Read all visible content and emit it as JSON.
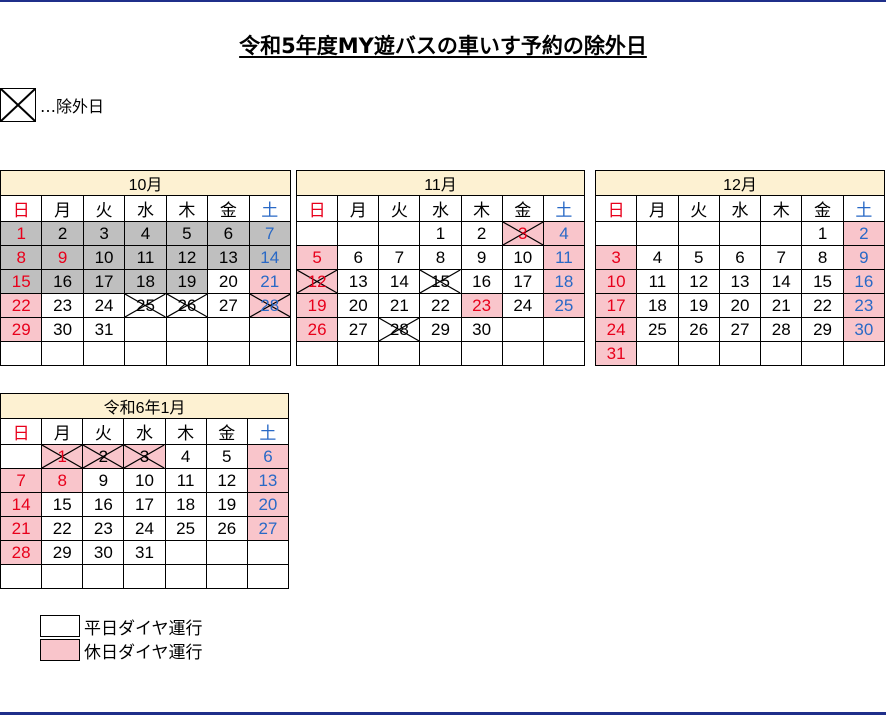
{
  "title": "令和5年度MY遊バスの車いす予約の除外日",
  "exclusion_legend": {
    "label": "…除外日"
  },
  "weekdays": [
    "日",
    "月",
    "火",
    "水",
    "木",
    "金",
    "土"
  ],
  "calendars": [
    {
      "name": "10月",
      "weeks": [
        [
          {
            "d": "1",
            "c": "red",
            "bg": "gray"
          },
          {
            "d": "2",
            "bg": "gray"
          },
          {
            "d": "3",
            "bg": "gray"
          },
          {
            "d": "4",
            "bg": "gray"
          },
          {
            "d": "5",
            "bg": "gray"
          },
          {
            "d": "6",
            "bg": "gray"
          },
          {
            "d": "7",
            "c": "blue",
            "bg": "gray"
          }
        ],
        [
          {
            "d": "8",
            "c": "red",
            "bg": "gray"
          },
          {
            "d": "9",
            "c": "red",
            "bg": "gray"
          },
          {
            "d": "10",
            "bg": "gray"
          },
          {
            "d": "11",
            "bg": "gray"
          },
          {
            "d": "12",
            "bg": "gray"
          },
          {
            "d": "13",
            "bg": "gray"
          },
          {
            "d": "14",
            "c": "blue",
            "bg": "gray"
          }
        ],
        [
          {
            "d": "15",
            "c": "red",
            "bg": "gray"
          },
          {
            "d": "16",
            "bg": "gray"
          },
          {
            "d": "17",
            "bg": "gray"
          },
          {
            "d": "18",
            "bg": "gray"
          },
          {
            "d": "19",
            "bg": "gray"
          },
          {
            "d": "20"
          },
          {
            "d": "21",
            "c": "blue",
            "bg": "pink"
          }
        ],
        [
          {
            "d": "22",
            "c": "red",
            "bg": "pink"
          },
          {
            "d": "23"
          },
          {
            "d": "24"
          },
          {
            "d": "25",
            "x": true
          },
          {
            "d": "26",
            "x": true
          },
          {
            "d": "27"
          },
          {
            "d": "28",
            "c": "blue",
            "bg": "pink",
            "x": true
          }
        ],
        [
          {
            "d": "29",
            "c": "red",
            "bg": "pink"
          },
          {
            "d": "30"
          },
          {
            "d": "31"
          },
          {
            "d": ""
          },
          {
            "d": ""
          },
          {
            "d": ""
          },
          {
            "d": ""
          }
        ],
        [
          {
            "d": ""
          },
          {
            "d": ""
          },
          {
            "d": ""
          },
          {
            "d": ""
          },
          {
            "d": ""
          },
          {
            "d": ""
          },
          {
            "d": ""
          }
        ]
      ]
    },
    {
      "name": "11月",
      "weeks": [
        [
          {
            "d": ""
          },
          {
            "d": ""
          },
          {
            "d": ""
          },
          {
            "d": "1"
          },
          {
            "d": "2"
          },
          {
            "d": "3",
            "c": "red",
            "bg": "pink",
            "x": true
          },
          {
            "d": "4",
            "c": "blue",
            "bg": "pink"
          }
        ],
        [
          {
            "d": "5",
            "c": "red",
            "bg": "pink"
          },
          {
            "d": "6"
          },
          {
            "d": "7"
          },
          {
            "d": "8"
          },
          {
            "d": "9"
          },
          {
            "d": "10"
          },
          {
            "d": "11",
            "c": "blue",
            "bg": "pink"
          }
        ],
        [
          {
            "d": "12",
            "c": "red",
            "bg": "pink",
            "x": true
          },
          {
            "d": "13"
          },
          {
            "d": "14"
          },
          {
            "d": "15",
            "x": true
          },
          {
            "d": "16"
          },
          {
            "d": "17"
          },
          {
            "d": "18",
            "c": "blue",
            "bg": "pink"
          }
        ],
        [
          {
            "d": "19",
            "c": "red",
            "bg": "pink"
          },
          {
            "d": "20"
          },
          {
            "d": "21"
          },
          {
            "d": "22"
          },
          {
            "d": "23",
            "c": "red",
            "bg": "pink"
          },
          {
            "d": "24"
          },
          {
            "d": "25",
            "c": "blue",
            "bg": "pink"
          }
        ],
        [
          {
            "d": "26",
            "c": "red",
            "bg": "pink"
          },
          {
            "d": "27"
          },
          {
            "d": "28",
            "x": true
          },
          {
            "d": "29"
          },
          {
            "d": "30"
          },
          {
            "d": ""
          },
          {
            "d": ""
          }
        ],
        [
          {
            "d": ""
          },
          {
            "d": ""
          },
          {
            "d": ""
          },
          {
            "d": ""
          },
          {
            "d": ""
          },
          {
            "d": ""
          },
          {
            "d": ""
          }
        ]
      ]
    },
    {
      "name": "12月",
      "weeks": [
        [
          {
            "d": ""
          },
          {
            "d": ""
          },
          {
            "d": ""
          },
          {
            "d": ""
          },
          {
            "d": ""
          },
          {
            "d": "1"
          },
          {
            "d": "2",
            "c": "blue",
            "bg": "pink"
          }
        ],
        [
          {
            "d": "3",
            "c": "red",
            "bg": "pink"
          },
          {
            "d": "4"
          },
          {
            "d": "5"
          },
          {
            "d": "6"
          },
          {
            "d": "7"
          },
          {
            "d": "8"
          },
          {
            "d": "9",
            "c": "blue",
            "bg": "pink"
          }
        ],
        [
          {
            "d": "10",
            "c": "red",
            "bg": "pink"
          },
          {
            "d": "11"
          },
          {
            "d": "12"
          },
          {
            "d": "13"
          },
          {
            "d": "14"
          },
          {
            "d": "15"
          },
          {
            "d": "16",
            "c": "blue",
            "bg": "pink"
          }
        ],
        [
          {
            "d": "17",
            "c": "red",
            "bg": "pink"
          },
          {
            "d": "18"
          },
          {
            "d": "19"
          },
          {
            "d": "20"
          },
          {
            "d": "21"
          },
          {
            "d": "22"
          },
          {
            "d": "23",
            "c": "blue",
            "bg": "pink"
          }
        ],
        [
          {
            "d": "24",
            "c": "red",
            "bg": "pink"
          },
          {
            "d": "25"
          },
          {
            "d": "26"
          },
          {
            "d": "27"
          },
          {
            "d": "28"
          },
          {
            "d": "29"
          },
          {
            "d": "30",
            "c": "blue",
            "bg": "pink"
          }
        ],
        [
          {
            "d": "31",
            "c": "red",
            "bg": "pink"
          },
          {
            "d": ""
          },
          {
            "d": ""
          },
          {
            "d": ""
          },
          {
            "d": ""
          },
          {
            "d": ""
          },
          {
            "d": ""
          }
        ]
      ]
    },
    {
      "name": "令和6年1月",
      "weeks": [
        [
          {
            "d": ""
          },
          {
            "d": "1",
            "c": "red",
            "bg": "pink",
            "x": true
          },
          {
            "d": "2",
            "bg": "pink",
            "x": true
          },
          {
            "d": "3",
            "bg": "pink",
            "x": true
          },
          {
            "d": "4"
          },
          {
            "d": "5"
          },
          {
            "d": "6",
            "c": "blue",
            "bg": "pink"
          }
        ],
        [
          {
            "d": "7",
            "c": "red",
            "bg": "pink"
          },
          {
            "d": "8",
            "c": "red",
            "bg": "pink"
          },
          {
            "d": "9"
          },
          {
            "d": "10"
          },
          {
            "d": "11"
          },
          {
            "d": "12"
          },
          {
            "d": "13",
            "c": "blue",
            "bg": "pink"
          }
        ],
        [
          {
            "d": "14",
            "c": "red",
            "bg": "pink"
          },
          {
            "d": "15"
          },
          {
            "d": "16"
          },
          {
            "d": "17"
          },
          {
            "d": "18"
          },
          {
            "d": "19"
          },
          {
            "d": "20",
            "c": "blue",
            "bg": "pink"
          }
        ],
        [
          {
            "d": "21",
            "c": "red",
            "bg": "pink"
          },
          {
            "d": "22"
          },
          {
            "d": "23"
          },
          {
            "d": "24"
          },
          {
            "d": "25"
          },
          {
            "d": "26"
          },
          {
            "d": "27",
            "c": "blue",
            "bg": "pink"
          }
        ],
        [
          {
            "d": "28",
            "c": "red",
            "bg": "pink"
          },
          {
            "d": "29"
          },
          {
            "d": "30"
          },
          {
            "d": "31"
          },
          {
            "d": ""
          },
          {
            "d": ""
          },
          {
            "d": ""
          }
        ],
        [
          {
            "d": ""
          },
          {
            "d": ""
          },
          {
            "d": ""
          },
          {
            "d": ""
          },
          {
            "d": ""
          },
          {
            "d": ""
          },
          {
            "d": ""
          }
        ]
      ]
    }
  ],
  "legend": {
    "weekday_label": "平日ダイヤ運行",
    "holiday_label": "休日ダイヤ運行"
  },
  "colors": {
    "holiday_bg": "#f9c5cb",
    "past_bg": "#bfbfbf",
    "month_header_bg": "#fdf1d2",
    "sunday_text": "#e8001b",
    "saturday_text": "#2969c6",
    "rule": "#1f2f8a"
  }
}
